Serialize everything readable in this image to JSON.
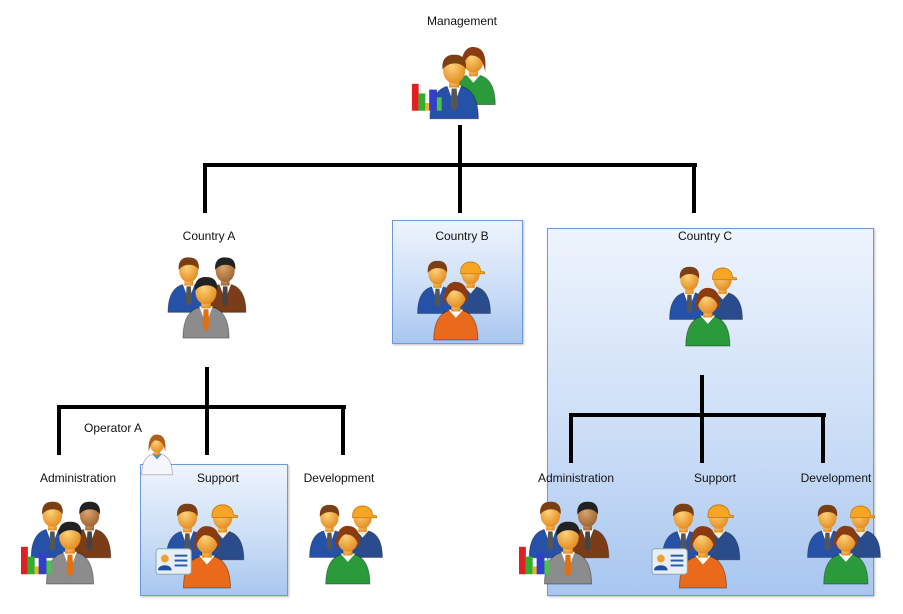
{
  "diagram": {
    "title": "Management",
    "nodes": {
      "management": {
        "label": "Management",
        "icon": "management-group-icon"
      },
      "country_a": {
        "label": "Country A",
        "icon": "people-group-icon"
      },
      "country_b": {
        "label": "Country B",
        "icon": "team-group-icon"
      },
      "country_c": {
        "label": "Country C",
        "icon": "team-group-icon"
      },
      "operator_a": {
        "label": "Operator A",
        "icon": "female-operator-icon"
      },
      "a_administration": {
        "label": "Administration",
        "icon": "administration-group-icon"
      },
      "a_support": {
        "label": "Support",
        "icon": "support-group-icon"
      },
      "a_development": {
        "label": "Development",
        "icon": "development-group-icon"
      },
      "c_administration": {
        "label": "Administration",
        "icon": "administration-group-icon"
      },
      "c_support": {
        "label": "Support",
        "icon": "support-group-icon"
      },
      "c_development": {
        "label": "Development",
        "icon": "development-group-icon"
      }
    },
    "colors": {
      "connector": "#000000",
      "box_border": "#6a9bd8",
      "box_fill": "#c9dcf6"
    }
  }
}
